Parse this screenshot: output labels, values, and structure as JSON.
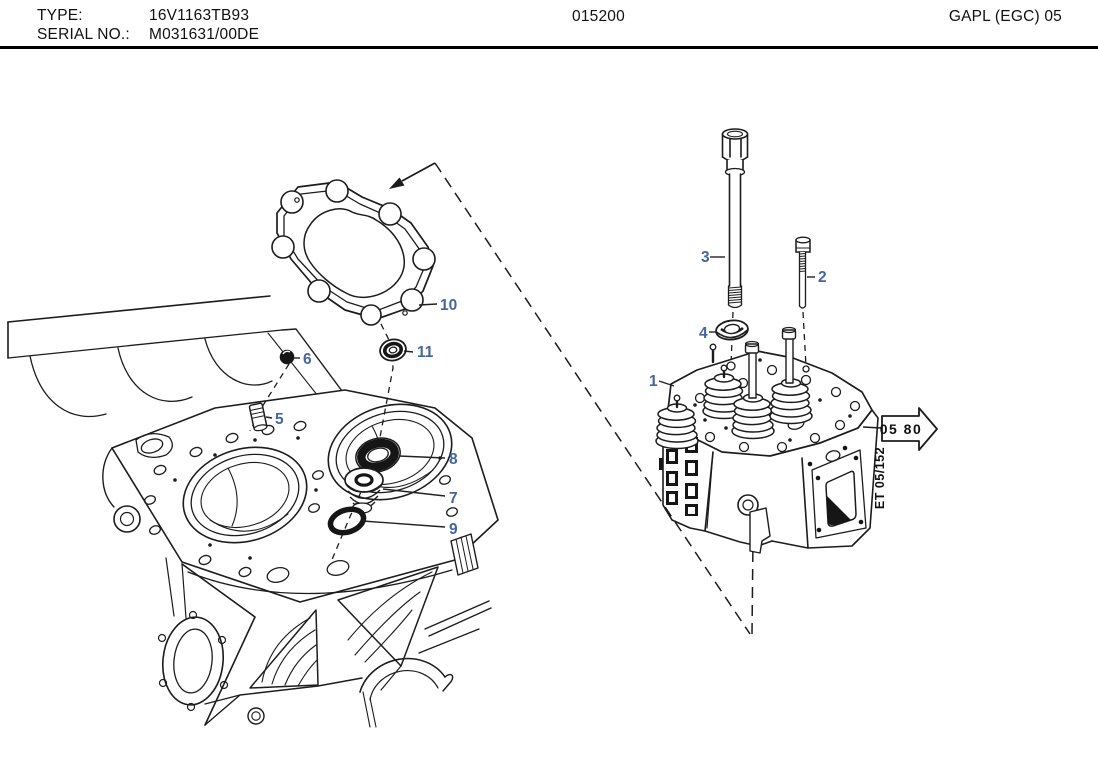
{
  "header": {
    "type_label": "TYPE:",
    "type_value": "16V1163TB93",
    "serial_label": "SERIAL NO.:",
    "serial_value": "M031631/00DE",
    "group_code": "015200",
    "doc_ref": "GAPL (EGC) 05"
  },
  "diagram": {
    "callouts": [
      {
        "part": "cylinder-head",
        "label": "1"
      },
      {
        "part": "bolt",
        "label": "2"
      },
      {
        "part": "stud",
        "label": "3"
      },
      {
        "part": "washer",
        "label": "4"
      },
      {
        "part": "pin",
        "label": "5"
      },
      {
        "part": "plug",
        "label": "6"
      },
      {
        "part": "threaded-sleeve",
        "label": "7"
      },
      {
        "part": "seal-ring",
        "label": "8"
      },
      {
        "part": "o-ring",
        "label": "9"
      },
      {
        "part": "gasket",
        "label": "10"
      },
      {
        "part": "grommet",
        "label": "11"
      }
    ],
    "page_ref_arrow": "05 80",
    "sheet_ref": "ET 05/152",
    "colors": {
      "callout_blue": "#4565a0",
      "line_black": "#1c1c1c"
    }
  }
}
